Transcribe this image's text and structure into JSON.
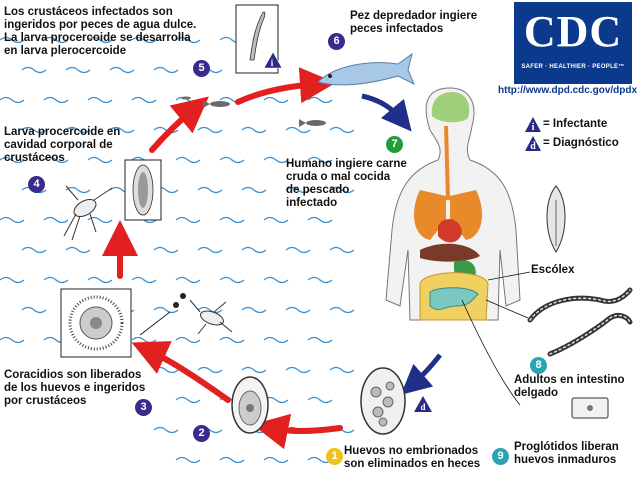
{
  "logo": {
    "text": "CDC",
    "tagline": "SAFER · HEALTHIER · PEOPLE™",
    "url": "http://www.dpd.cdc.gov/dpdx"
  },
  "legend": {
    "infective": {
      "symbol": "i",
      "label": "= Infectante"
    },
    "diagnostic": {
      "symbol": "d",
      "label": "= Diagnóstico"
    }
  },
  "stages": [
    {
      "number": "1",
      "lines": [
        "Huevos no embrionados",
        "son eliminados en heces"
      ]
    },
    {
      "number": "2",
      "lines": []
    },
    {
      "number": "3",
      "lines": [
        "Coracidios son liberados",
        "de los huevos e ingeridos",
        "por crustáceos"
      ]
    },
    {
      "number": "4",
      "lines": [
        "Larva procercoide en",
        "cavidad corporal de",
        "crustáceos"
      ]
    },
    {
      "number": "5",
      "lines": [
        "Los crustáceos infectados son",
        "ingeridos por peces de agua dulce.",
        "La larva procercoide se desarrolla",
        "en larva plerocercoide"
      ]
    },
    {
      "number": "6",
      "lines": [
        "Pez depredador ingiere",
        "peces infectados"
      ]
    },
    {
      "number": "7",
      "lines": [
        "Humano ingiere carne",
        "cruda o mal cocida",
        "de pescado",
        "infectado"
      ]
    },
    {
      "number": "8",
      "lines": [
        "Adultos en intestino",
        "delgado"
      ]
    },
    {
      "number": "9",
      "lines": [
        "Proglótidos liberan",
        "huevos inmaduros"
      ]
    }
  ],
  "scolex_label": "Escólex",
  "colors": {
    "cycle_arrow": "#e32020",
    "human_arrow": "#1f2f8a",
    "water": "#3a8fd0",
    "logo_bg": "#0b3a8d"
  }
}
